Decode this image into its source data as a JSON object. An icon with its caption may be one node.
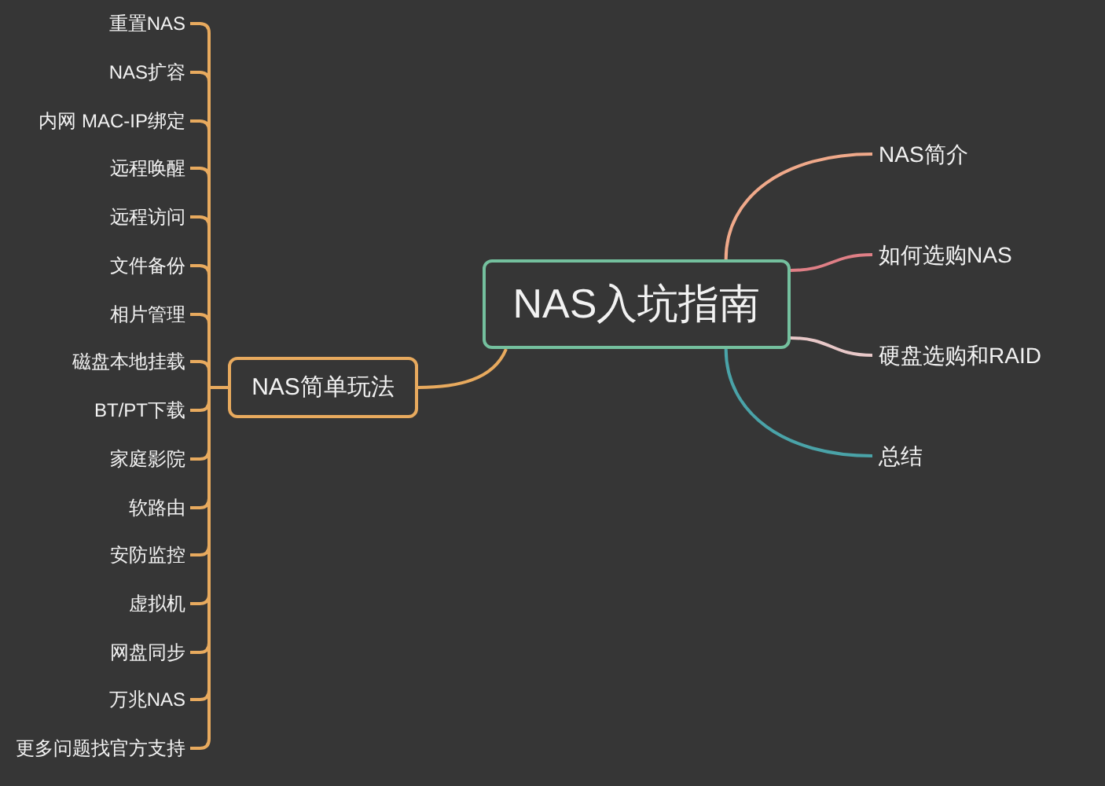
{
  "diagram": {
    "nodes": [
      {
        "text": [
          "NAS入坑指南"
        ]
      },
      {
        "text": [
          "NAS简介"
        ]
      },
      {
        "text": [
          "如何选购NAS"
        ]
      },
      {
        "text": [
          "硬盘选购和RAID"
        ]
      },
      {
        "text": [
          "总结"
        ]
      },
      {
        "text": [
          "NAS简单玩法"
        ]
      },
      {
        "text": [
          "重置NAS"
        ]
      },
      {
        "text": [
          "NAS扩容"
        ]
      },
      {
        "text": [
          "内网 MAC-IP绑定"
        ]
      },
      {
        "text": [
          "远程唤醒"
        ]
      },
      {
        "text": [
          "远程访问"
        ]
      },
      {
        "text": [
          "文件备份"
        ]
      },
      {
        "text": [
          "相片管理"
        ]
      },
      {
        "text": [
          "磁盘本地挂载"
        ]
      },
      {
        "text": [
          "BT/PT下载"
        ]
      },
      {
        "text": [
          "家庭影院"
        ]
      },
      {
        "text": [
          "软路由"
        ]
      },
      {
        "text": [
          "安防监控"
        ]
      },
      {
        "text": [
          "虚拟机"
        ]
      },
      {
        "text": [
          "网盘同步"
        ]
      },
      {
        "text": [
          "万兆NAS"
        ]
      },
      {
        "text": [
          "更多问题找官方支持"
        ]
      }
    ],
    "edges": [
      {
        "from": 0,
        "to": 1,
        "arrow": "none",
        "color": "#f0a98a"
      },
      {
        "from": 0,
        "to": 2,
        "arrow": "none",
        "color": "#e07f86"
      },
      {
        "from": 0,
        "to": 3,
        "arrow": "none",
        "color": "#e8c8c8"
      },
      {
        "from": 0,
        "to": 4,
        "arrow": "none",
        "color": "#4aa3a8"
      },
      {
        "from": 0,
        "to": 5,
        "arrow": "none"
      },
      {
        "from": 5,
        "to": 6,
        "arrow": "none"
      },
      {
        "from": 5,
        "to": 7,
        "arrow": "none"
      },
      {
        "from": 5,
        "to": 8,
        "arrow": "none"
      },
      {
        "from": 5,
        "to": 9,
        "arrow": "none"
      },
      {
        "from": 5,
        "to": 10,
        "arrow": "none"
      },
      {
        "from": 5,
        "to": 11,
        "arrow": "none"
      },
      {
        "from": 5,
        "to": 12,
        "arrow": "none"
      },
      {
        "from": 5,
        "to": 13,
        "arrow": "none"
      },
      {
        "from": 5,
        "to": 14,
        "arrow": "none"
      },
      {
        "from": 5,
        "to": 15,
        "arrow": "none"
      },
      {
        "from": 5,
        "to": 16,
        "arrow": "none"
      },
      {
        "from": 5,
        "to": 17,
        "arrow": "none"
      },
      {
        "from": 5,
        "to": 18,
        "arrow": "none"
      },
      {
        "from": 5,
        "to": 19,
        "arrow": "none"
      },
      {
        "from": 5,
        "to": 20,
        "arrow": "none"
      },
      {
        "from": 5,
        "to": 21,
        "arrow": "none"
      }
    ]
  }
}
